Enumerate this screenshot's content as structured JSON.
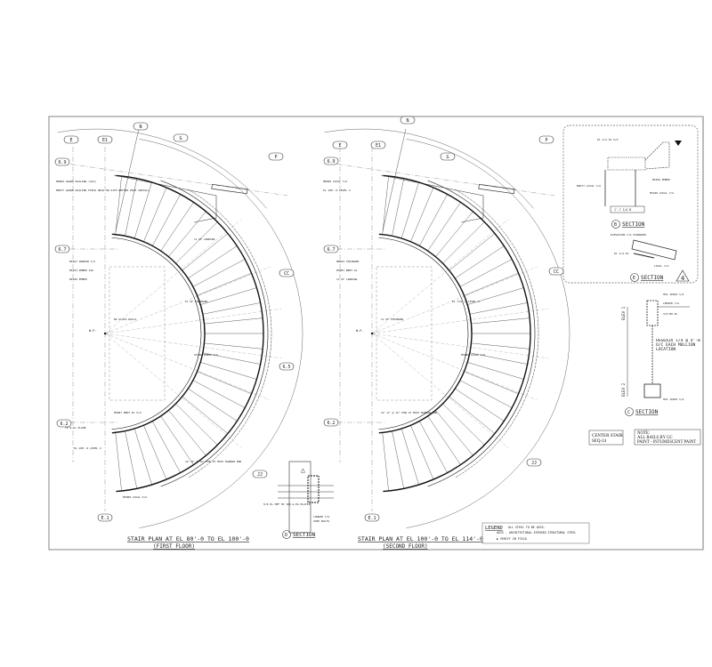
{
  "plans": [
    {
      "title": "STAIR PLAN AT EL 80'-0 TO EL 100'-0",
      "subtitle": "(FIRST FLOOR)",
      "grid": {
        "E": "E",
        "E1": "E1",
        "N": "N",
        "G": "G",
        "P": "P",
        "r69": "6.9",
        "r67": "6.7",
        "r62": "6.2",
        "r65": "6.5",
        "CC": "CC",
        "JJ": "JJ",
        "E1b": "E.1"
      },
      "wp": "W.P.",
      "notes": [
        "M8084 GUARD RAILING (ACS)",
        "M8077 GUARD RAILING FIELD WELD ON SITE BEFORE DECK INSTALL",
        "M1027 WINDOW 7/A",
        "M1033 EMBED 16A",
        "M1046 EMBED",
        "N2 GLASS RAILS",
        "STAIR EMBED S/A",
        "M3087 BENT PL 5/A",
        "CL OF STRINGER",
        "CL OF LANDING",
        "M3088 LOCAL 5/A",
        "12'-0\" @ 12\" MIN AT MOST NARROW END",
        "EL 100'-0 LEVEL 2",
        "TP W.SL FLOOR"
      ]
    },
    {
      "title": "STAIR PLAN AT EL 100'-0 TO EL 114'-0",
      "subtitle": "(SECOND FLOOR)",
      "grid": {
        "E": "E",
        "E1": "E1",
        "N": "N",
        "G": "G",
        "P": "P",
        "r69": "6.9",
        "r67": "6.7",
        "r62": "6.2",
        "CC": "CC",
        "JJ": "JJ",
        "E1b": "E.1"
      },
      "wp": "W.P.",
      "notes": [
        "M8588 LOCAL 7/A",
        "EL 100'-0 LEVEL 2",
        "M8564 STRINGER",
        "M3087 BENT PL",
        "CL OF LANDING",
        "CL OF STRINGER",
        "M3088 LOCAL 7/A",
        "12'-0\" @ 12\" MIN AT MOST NARROW END",
        "EL 114'-0 LEVEL 3"
      ]
    }
  ],
  "details": {
    "section_b": {
      "letter": "B",
      "label": "SECTION"
    },
    "section_e": {
      "letter": "E",
      "label": "SECTION"
    },
    "section_c": {
      "letter": "C",
      "label": "SECTION"
    },
    "section_d": {
      "letter": "D",
      "label": "SECTION"
    },
    "detail_number": "4",
    "detail_b_notes": [
      "PL 1/4 X2 S/A",
      "M8277 LOCAL 7/A",
      "M1042 EMBED",
      "M1040 LOCAL 7/A",
      "1'-7 1/4 B",
      "5/8"
    ],
    "detail_e_notes": [
      "ELEVATION 7/A STRINGER",
      "PL 1/4 X2",
      "LOCAL 7/A"
    ],
    "detail_c_notes": [
      "HSS 10X6X 1/4",
      "LEDGER 7/A",
      "3/8 BH PL",
      "HSS6X3X 1/4 @ 4'-0 O/C EACH MULLION LOCATION",
      "HSS 10X6X 1/4",
      "ELEV 1",
      "ELEV 2"
    ],
    "detail_d_notes": [
      "5/8 PL HEF HV 100 & EA PLATES",
      "LONGER 7/A",
      "SHIP BOLTS"
    ]
  },
  "title_box": {
    "line1": "CENTER STAIR",
    "line2": "SEQ-24"
  },
  "note_box": {
    "line1": "NOTE:",
    "line2": "ALL RAILS BY GC",
    "line3": "PAINT - INTUMESCENT PAINT"
  },
  "legend": {
    "heading": "LEGEND",
    "line1": "ALL STEEL TO BE AESS.",
    "line2": "AESS - ARCHITECTURAL EXPOSED STRUCTURAL STEEL",
    "line3": "▶ VERIFY IN FIELD"
  },
  "colors": {
    "ink": "#1a1a1a",
    "frame": "#9a9a9a",
    "paper": "#ffffff"
  }
}
